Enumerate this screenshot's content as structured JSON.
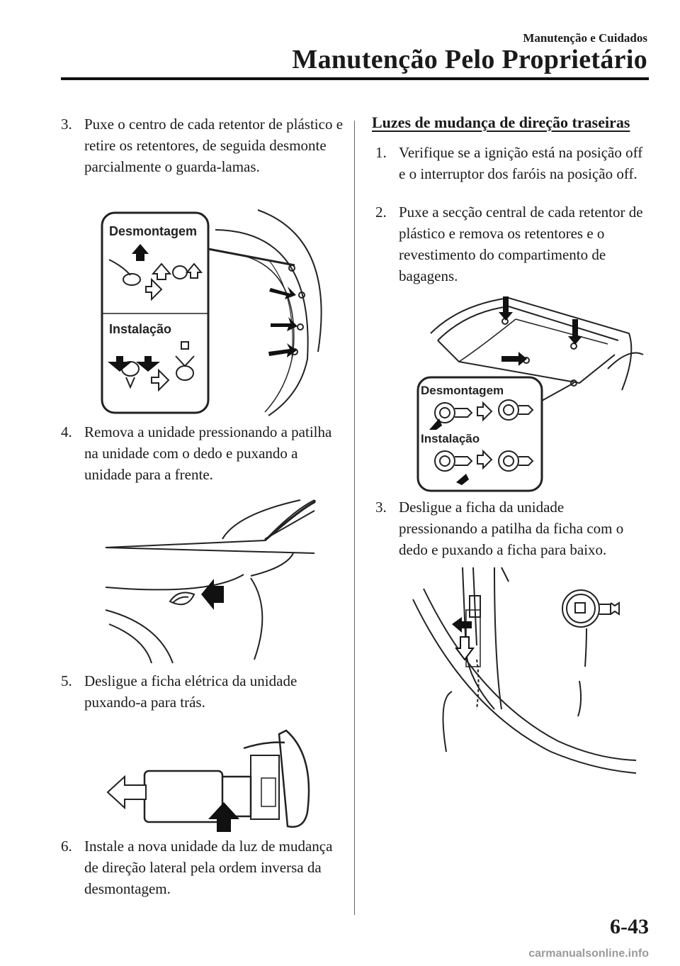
{
  "header": {
    "section": "Manutenção e Cuidados",
    "title": "Manutenção Pelo Proprietário"
  },
  "left_steps": [
    {
      "num": "3.",
      "text": "Puxe o centro de cada retentor de plástico e retire os retentores, de seguida desmonte parcialmente o guarda-lamas."
    },
    {
      "num": "4.",
      "text": "Remova a unidade pressionando a patilha na unidade com o dedo e puxando a unidade para a frente."
    },
    {
      "num": "5.",
      "text": "Desligue a ficha elétrica da unidade puxando-a para trás."
    },
    {
      "num": "6.",
      "text": "Instale a nova unidade da luz de mudança de direção lateral pela ordem inversa da desmontagem."
    }
  ],
  "right_section": {
    "title": "Luzes de mudança de direção traseiras",
    "steps": [
      {
        "num": "1.",
        "text": "Verifique se a ignição está na posição off e o interruptor dos faróis na posição off."
      },
      {
        "num": "2.",
        "text": "Puxe a secção central de cada retentor de plástico e remova os retentores e o revestimento do compartimento de bagagens."
      },
      {
        "num": "3.",
        "text": "Desligue a ficha da unidade pressionando a patilha da ficha com o dedo e puxando a ficha para baixo."
      }
    ]
  },
  "figure_labels": {
    "removal": "Desmontagem",
    "installation": "Instalação"
  },
  "page_number": "6-43",
  "footer": "carmanualsonline.info"
}
